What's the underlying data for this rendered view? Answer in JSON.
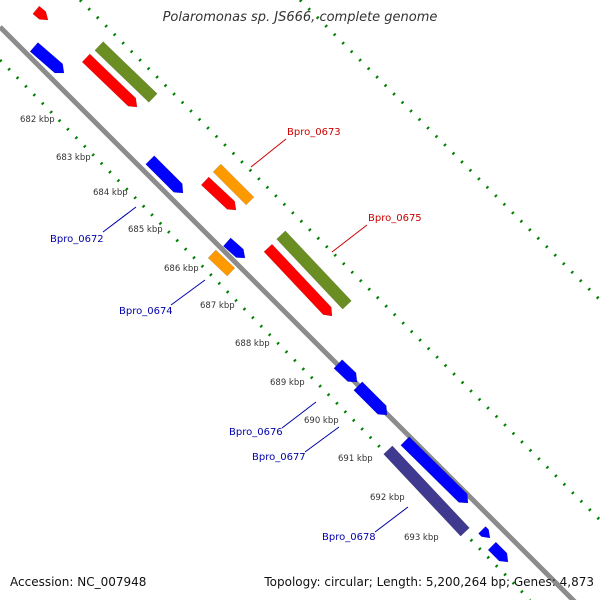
{
  "title": "Polaromonas sp. JS666, complete genome",
  "footer": {
    "accession": "Accession: NC_007948",
    "topology": "Topology: circular; Length: 5,200,264 bp; Genes: 4,873"
  },
  "colors": {
    "backbone": "#8c8c8c",
    "dots": "#008000",
    "blue": "#0000ff",
    "red": "#ff0000",
    "olive": "#6b8e23",
    "orange": "#ff9900",
    "darkpurple": "#3f3a8f",
    "label_blue": "#0000aa",
    "label_red": "#cc0000"
  },
  "ticks": [
    "682 kbp",
    "683 kbp",
    "684 kbp",
    "685 kbp",
    "686 kbp",
    "687 kbp",
    "688 kbp",
    "689 kbp",
    "690 kbp",
    "691 kbp",
    "692 kbp",
    "693 kbp"
  ],
  "gene_labels": [
    {
      "name": "Bpro_0673",
      "color": "red"
    },
    {
      "name": "Bpro_0675",
      "color": "red"
    },
    {
      "name": "Bpro_0672",
      "color": "blue"
    },
    {
      "name": "Bpro_0674",
      "color": "blue"
    },
    {
      "name": "Bpro_0676",
      "color": "blue"
    },
    {
      "name": "Bpro_0677",
      "color": "blue"
    },
    {
      "name": "Bpro_0678",
      "color": "blue"
    }
  ]
}
